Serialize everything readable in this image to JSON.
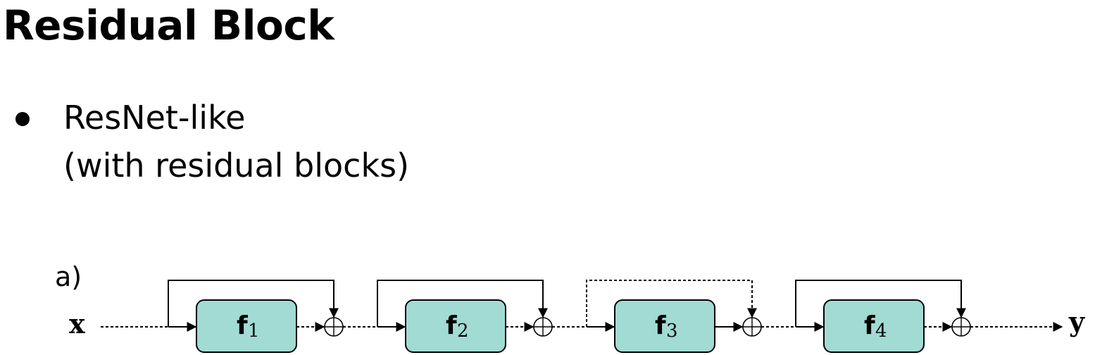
{
  "title": "Residual Block",
  "bullet": {
    "line1": "ResNet-like",
    "line2": "(with residual blocks)"
  },
  "diagram": {
    "panel_label": "a)",
    "input_label": "x",
    "output_label": "y",
    "blocks": [
      {
        "name": "f",
        "index": "1",
        "skip_style": "solid"
      },
      {
        "name": "f",
        "index": "2",
        "skip_style": "solid"
      },
      {
        "name": "f",
        "index": "3",
        "skip_style": "dashed"
      },
      {
        "name": "f",
        "index": "4",
        "skip_style": "solid"
      }
    ],
    "colors": {
      "block_fill": "#a2dad4",
      "stroke": "#000000"
    }
  }
}
